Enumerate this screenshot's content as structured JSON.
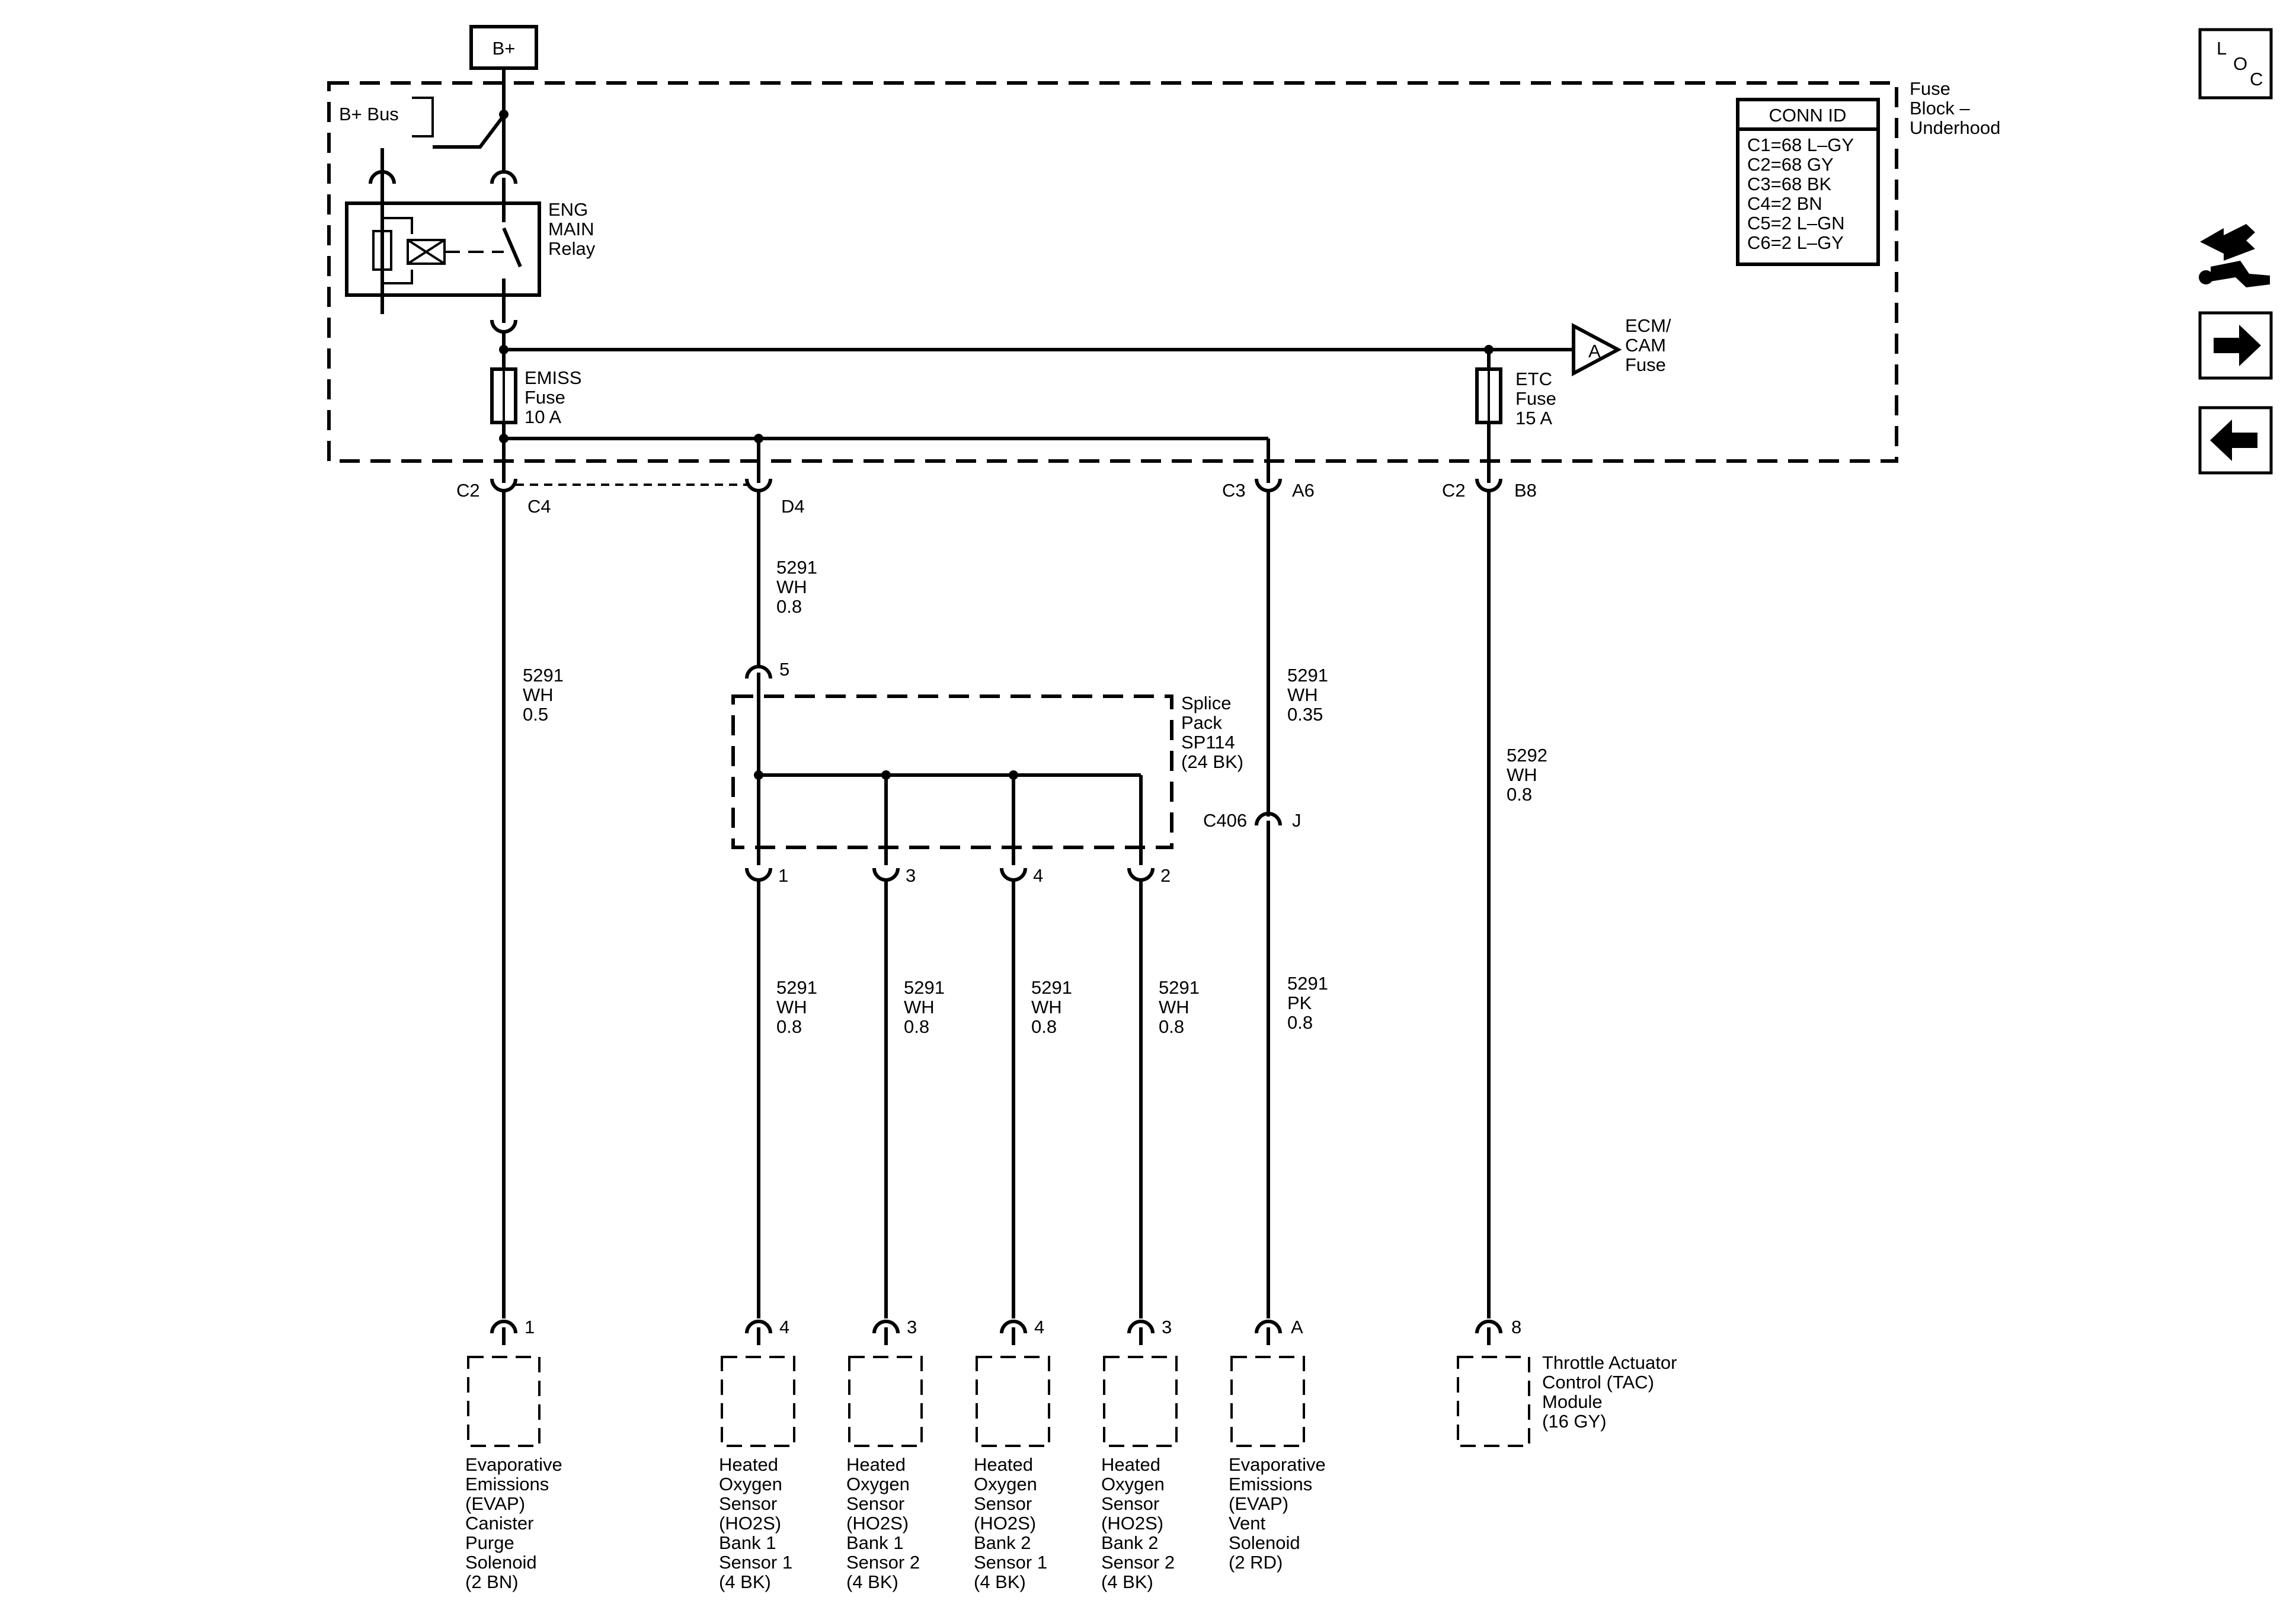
{
  "power": {
    "b_plus": "B+",
    "b_plus_bus": "B+ Bus"
  },
  "fuse_block": {
    "title_lines": [
      "Fuse",
      "Block –",
      "Underhood"
    ]
  },
  "relay": {
    "label_lines": [
      "ENG",
      "MAIN",
      "Relay"
    ]
  },
  "conn_id": {
    "title": "CONN ID",
    "rows": [
      "C1=68 L–GY",
      "C2=68 GY",
      "C3=68 BK",
      "C4=2 BN",
      "C5=2 L–GN",
      "C6=2 L–GY"
    ]
  },
  "fuses": {
    "emiss": [
      "EMISS",
      "Fuse",
      "10 A"
    ],
    "etc": [
      "ETC",
      "Fuse",
      "15 A"
    ]
  },
  "offpage": {
    "letter": "A",
    "label_lines": [
      "ECM/",
      "CAM",
      "Fuse"
    ]
  },
  "connectors": {
    "c2_c4_left": "C2",
    "c2_c4_right": "C4",
    "d4": "D4",
    "c3_a6_left": "C3",
    "c3_a6_right": "A6",
    "c2_b8_left": "C2",
    "c2_b8_right": "B8",
    "c406_left": "C406",
    "c406_right": "J",
    "splice_in": "5",
    "splice_out": [
      "1",
      "3",
      "4",
      "2"
    ]
  },
  "splice": {
    "label_lines": [
      "Splice",
      "Pack",
      "SP114",
      "(24 BK)"
    ]
  },
  "wires": {
    "evap_purge": [
      "5291",
      "WH",
      "0.5"
    ],
    "d4_to_splice": [
      "5291",
      "WH",
      "0.8"
    ],
    "vent_upper": [
      "5291",
      "WH",
      "0.35"
    ],
    "etc_wire": [
      "5292",
      "WH",
      "0.8"
    ],
    "ho2s_b1s1": [
      "5291",
      "WH",
      "0.8"
    ],
    "ho2s_b1s2": [
      "5291",
      "WH",
      "0.8"
    ],
    "ho2s_b2s1": [
      "5291",
      "WH",
      "0.8"
    ],
    "ho2s_b2s2": [
      "5291",
      "WH",
      "0.8"
    ],
    "vent_lower": [
      "5291",
      "PK",
      "0.8"
    ]
  },
  "components": [
    {
      "pin": "1",
      "label_lines": [
        "Evaporative",
        "Emissions",
        "(EVAP)",
        "Canister",
        "Purge",
        "Solenoid",
        "(2 BN)"
      ]
    },
    {
      "pin": "4",
      "label_lines": [
        "Heated",
        "Oxygen",
        "Sensor",
        "(HO2S)",
        "Bank 1",
        "Sensor 1",
        "(4 BK)"
      ]
    },
    {
      "pin": "3",
      "label_lines": [
        "Heated",
        "Oxygen",
        "Sensor",
        "(HO2S)",
        "Bank 1",
        "Sensor 2",
        "(4 BK)"
      ]
    },
    {
      "pin": "4",
      "label_lines": [
        "Heated",
        "Oxygen",
        "Sensor",
        "(HO2S)",
        "Bank 2",
        "Sensor 1",
        "(4 BK)"
      ]
    },
    {
      "pin": "3",
      "label_lines": [
        "Heated",
        "Oxygen",
        "Sensor",
        "(HO2S)",
        "Bank 2",
        "Sensor 2",
        "(4 BK)"
      ]
    },
    {
      "pin": "A",
      "label_lines": [
        "Evaporative",
        "Emissions",
        "(EVAP)",
        "Vent",
        "Solenoid",
        "(2 RD)"
      ]
    },
    {
      "pin": "8",
      "label_lines": [
        "Throttle Actuator",
        "Control (TAC)",
        "Module",
        "(16 GY)"
      ]
    }
  ],
  "nav": {
    "loc_letters": [
      "L",
      "O",
      "C"
    ],
    "icons": [
      "loc-icon",
      "harness-icon",
      "next-arrow-icon",
      "back-arrow-icon"
    ]
  }
}
